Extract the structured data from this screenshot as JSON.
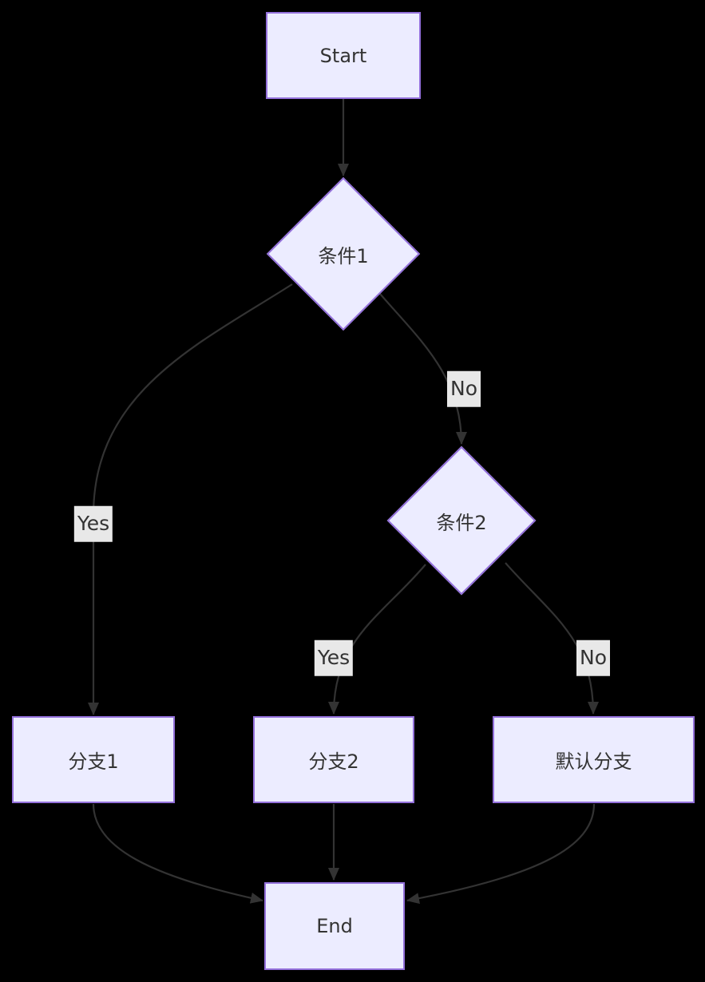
{
  "diagram": {
    "type": "flowchart",
    "colors": {
      "background": "#000000",
      "node_fill": "#ECECFF",
      "node_border": "#9370DB",
      "edge_color": "#333333",
      "edge_label_bg": "#E8E8E8",
      "text": "#333333"
    },
    "nodes": {
      "start": {
        "label": "Start",
        "shape": "rect"
      },
      "cond1": {
        "label": "条件1",
        "shape": "diamond"
      },
      "cond2": {
        "label": "条件2",
        "shape": "diamond"
      },
      "branch1": {
        "label": "分支1",
        "shape": "rect"
      },
      "branch2": {
        "label": "分支2",
        "shape": "rect"
      },
      "default_branch": {
        "label": "默认分支",
        "shape": "rect"
      },
      "end": {
        "label": "End",
        "shape": "rect"
      }
    },
    "edges": [
      {
        "from": "start",
        "to": "cond1",
        "label": ""
      },
      {
        "from": "cond1",
        "to": "branch1",
        "label": "Yes"
      },
      {
        "from": "cond1",
        "to": "cond2",
        "label": "No"
      },
      {
        "from": "cond2",
        "to": "branch2",
        "label": "Yes"
      },
      {
        "from": "cond2",
        "to": "default_branch",
        "label": "No"
      },
      {
        "from": "branch1",
        "to": "end",
        "label": ""
      },
      {
        "from": "branch2",
        "to": "end",
        "label": ""
      },
      {
        "from": "default_branch",
        "to": "end",
        "label": ""
      }
    ]
  }
}
